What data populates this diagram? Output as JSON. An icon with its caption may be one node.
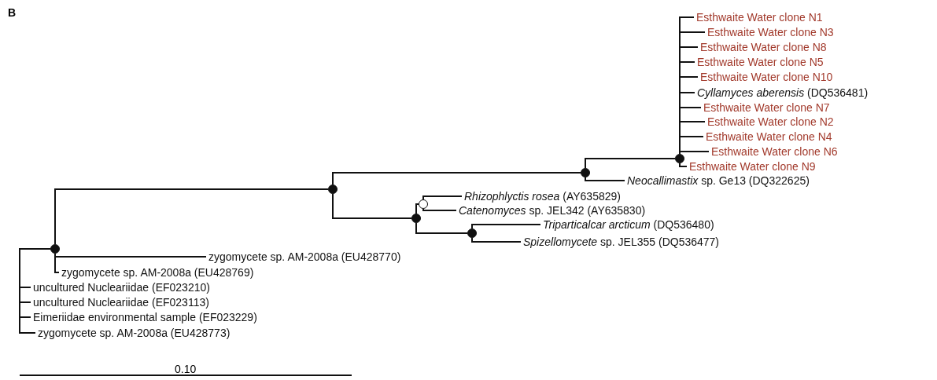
{
  "diagram": {
    "nodes": [
      {
        "text": [
          "Esthwaite Water clone N1"
        ]
      },
      {
        "text": [
          "Esthwaite Water clone N3"
        ]
      },
      {
        "text": [
          "Esthwaite Water clone N8"
        ]
      },
      {
        "text": [
          "Esthwaite Water clone N5"
        ]
      },
      {
        "text": [
          "Esthwaite Water clone N10"
        ]
      },
      {
        "text": [
          "*Cyllamyces aberensis* (DQ536481)"
        ]
      },
      {
        "text": [
          "Esthwaite Water clone N7"
        ]
      },
      {
        "text": [
          "Esthwaite Water clone N2"
        ]
      },
      {
        "text": [
          "Esthwaite Water clone N4"
        ]
      },
      {
        "text": [
          "Esthwaite Water clone N6"
        ]
      },
      {
        "text": [
          "Esthwaite Water clone N9"
        ]
      },
      {
        "text": [],
        "shape": "circle"
      },
      {
        "text": [
          "*Neocallimastix* sp. Ge13 (DQ322625)"
        ]
      },
      {
        "text": [],
        "shape": "circle"
      },
      {
        "text": [],
        "shape": "circle"
      },
      {
        "text": [],
        "shape": "circle"
      },
      {
        "text": [
          "*Rhizophlyctis rosea* (AY635829)"
        ]
      },
      {
        "text": [
          "*Catenomyces* sp. JEL342 (AY635830)"
        ]
      },
      {
        "text": [],
        "shape": "circle"
      },
      {
        "text": [
          "*Triparticalcar arcticum* (DQ536480)"
        ]
      },
      {
        "text": [
          "*Spizellomycete* sp. JEL355 (DQ536477)"
        ]
      },
      {
        "text": [],
        "shape": "circle"
      },
      {
        "text": [],
        "shape": "circle"
      },
      {
        "text": [
          "zygomycete sp. AM-2008a (EU428770)"
        ]
      },
      {
        "text": [
          "zygomycete sp. AM-2008a (EU428769)"
        ]
      },
      {
        "text": [
          "uncultured Nucleariidae (EF023210)"
        ]
      },
      {
        "text": [
          "uncultured Nucleariidae (EF023113)"
        ]
      },
      {
        "text": [
          "Eimeriidae environmental sample (EF023229)"
        ]
      },
      {
        "text": [
          "zygomycete sp. AM-2008a (EU428773)"
        ]
      }
    ],
    "edges": [
      {
        "from": 11,
        "to": 0,
        "arrow": "none"
      },
      {
        "from": 11,
        "to": 1,
        "arrow": "none"
      },
      {
        "from": 11,
        "to": 2,
        "arrow": "none"
      },
      {
        "from": 11,
        "to": 3,
        "arrow": "none"
      },
      {
        "from": 11,
        "to": 4,
        "arrow": "none"
      },
      {
        "from": 11,
        "to": 5,
        "arrow": "none"
      },
      {
        "from": 11,
        "to": 6,
        "arrow": "none"
      },
      {
        "from": 11,
        "to": 7,
        "arrow": "none"
      },
      {
        "from": 11,
        "to": 8,
        "arrow": "none"
      },
      {
        "from": 11,
        "to": 9,
        "arrow": "none"
      },
      {
        "from": 11,
        "to": 10,
        "arrow": "none"
      },
      {
        "from": 13,
        "to": 11,
        "arrow": "none"
      },
      {
        "from": 13,
        "to": 12,
        "arrow": "none"
      },
      {
        "from": 14,
        "to": 13,
        "arrow": "none"
      },
      {
        "from": 14,
        "to": 18,
        "arrow": "none"
      },
      {
        "from": 18,
        "to": 15,
        "arrow": "none"
      },
      {
        "from": 18,
        "to": 21,
        "arrow": "none"
      },
      {
        "from": 15,
        "to": 16,
        "arrow": "none"
      },
      {
        "from": 15,
        "to": 17,
        "arrow": "none"
      },
      {
        "from": 21,
        "to": 19,
        "arrow": "none"
      },
      {
        "from": 21,
        "to": 20,
        "arrow": "none"
      },
      {
        "from": 22,
        "to": 14,
        "arrow": "none"
      },
      {
        "from": 22,
        "to": 23,
        "arrow": "none"
      },
      {
        "from": 22,
        "to": 24,
        "arrow": "none"
      },
      {
        "from": 22,
        "to": 25,
        "arrow": "none"
      },
      {
        "from": 22,
        "to": 26,
        "arrow": "none"
      },
      {
        "from": 22,
        "to": 27,
        "arrow": "none"
      },
      {
        "from": 22,
        "to": 28,
        "arrow": "none"
      }
    ],
    "labels": [
      "B",
      "0.10"
    ]
  }
}
